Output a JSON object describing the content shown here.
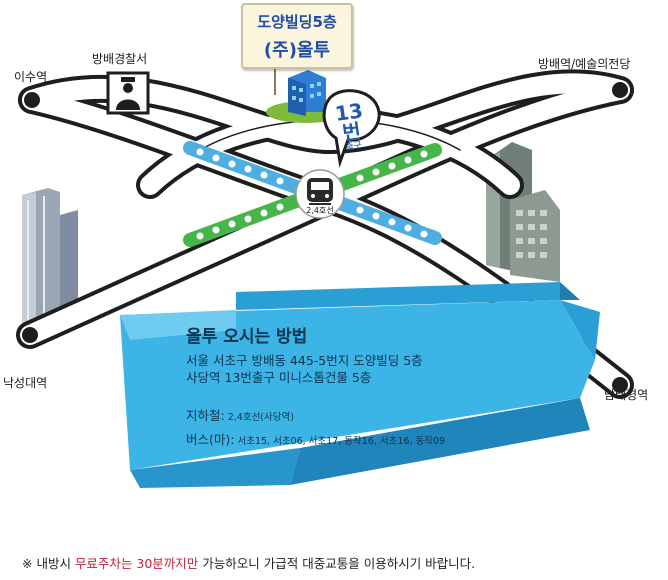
{
  "sign": {
    "line1": "도양빌딩5층",
    "line2": "(주)올투"
  },
  "labels": {
    "isu": "이수역",
    "police": "방배경찰서",
    "bangbae": "방배역/예술의전당",
    "naksung": "낙성대역",
    "namtae": "남태령역",
    "exit_number": "13번",
    "exit_sub": "출구",
    "station_line": "2,4호선"
  },
  "info": {
    "title": "올투 오시는 방법",
    "address1": "서울 서초구 방배동 445-5번지 도양빌딩 5층",
    "address2": "사당역 13번출구 미니스톱건물 5층",
    "subway_label": "지하철:",
    "subway_value": "2,4호선(사당역)",
    "bus_label": "버스(마):",
    "bus_value": "서초15, 서초06, 서초17, 동작16, 서초16, 동작09"
  },
  "notice": {
    "prefix": "※ 내방시 ",
    "highlight": "무료주차는 30분까지만",
    "suffix": " 가능하오니 가급적 대중교통을 이용하시기 바랍니다."
  },
  "colors": {
    "road": "#ffffff",
    "road_edge": "#1e1e1e",
    "line2": "#47b64a",
    "line4": "#4eaee2",
    "banner": "#3cb4e6",
    "sign_text": "#1f4da6",
    "notice_red": "#c51f3a"
  },
  "icons": [
    "police-icon",
    "building-icon",
    "train-icon",
    "tower-icon"
  ]
}
